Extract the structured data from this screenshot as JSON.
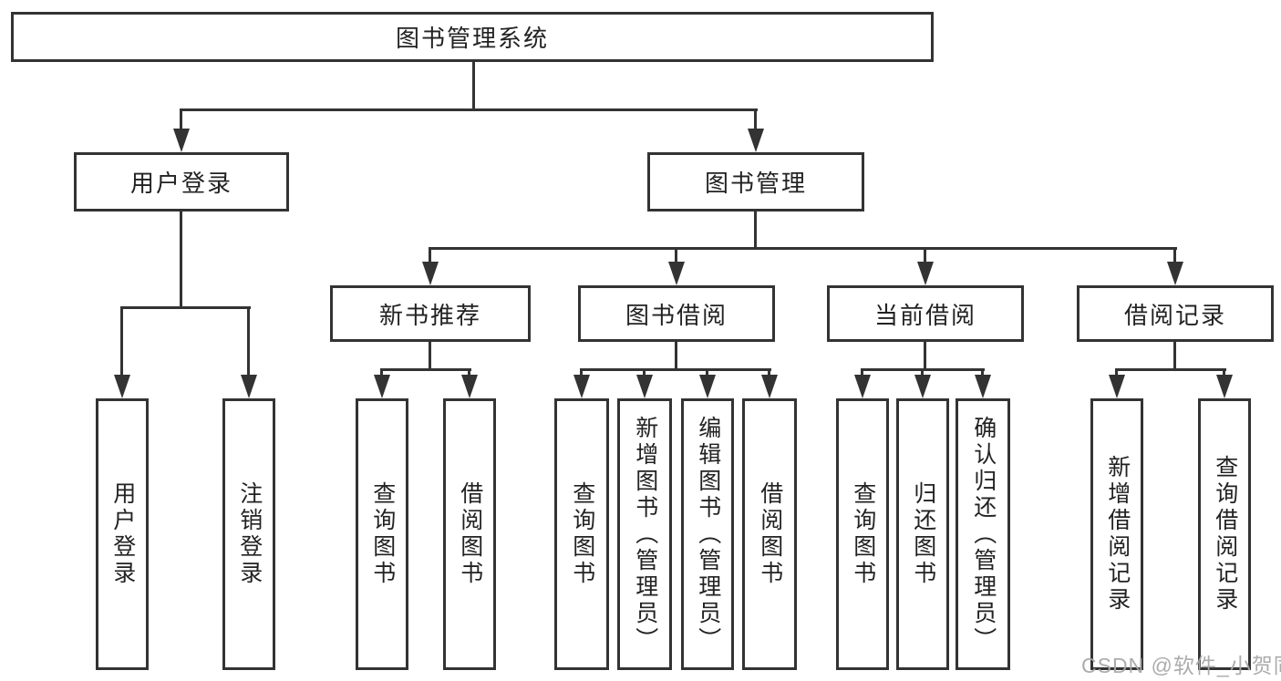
{
  "diagram": {
    "root": {
      "label": "图书管理系统",
      "children": [
        {
          "label": "用户登录",
          "children": [
            {
              "label": "用户登录"
            },
            {
              "label": "注销登录"
            }
          ]
        },
        {
          "label": "图书管理",
          "children": [
            {
              "label": "新书推荐",
              "children": [
                {
                  "label": "查询图书"
                },
                {
                  "label": "借阅图书"
                }
              ]
            },
            {
              "label": "图书借阅",
              "children": [
                {
                  "label": "查询图书"
                },
                {
                  "label": "新增图书（管理员）"
                },
                {
                  "label": "编辑图书（管理员）"
                },
                {
                  "label": "借阅图书"
                }
              ]
            },
            {
              "label": "当前借阅",
              "children": [
                {
                  "label": "查询图书"
                },
                {
                  "label": "归还图书"
                },
                {
                  "label": "确认归还（管理员）"
                }
              ]
            },
            {
              "label": "借阅记录",
              "children": [
                {
                  "label": "新增借阅记录"
                },
                {
                  "label": "查询借阅记录"
                }
              ]
            }
          ]
        }
      ]
    }
  },
  "watermark": {
    "text": "CSDN @软件_小贺同学"
  },
  "colors": {
    "line": "#333333",
    "box_border": "#333333",
    "box_fill": "#ffffff",
    "text": "#222222",
    "background": "#ffffff",
    "watermark": "#a8a8a8"
  }
}
